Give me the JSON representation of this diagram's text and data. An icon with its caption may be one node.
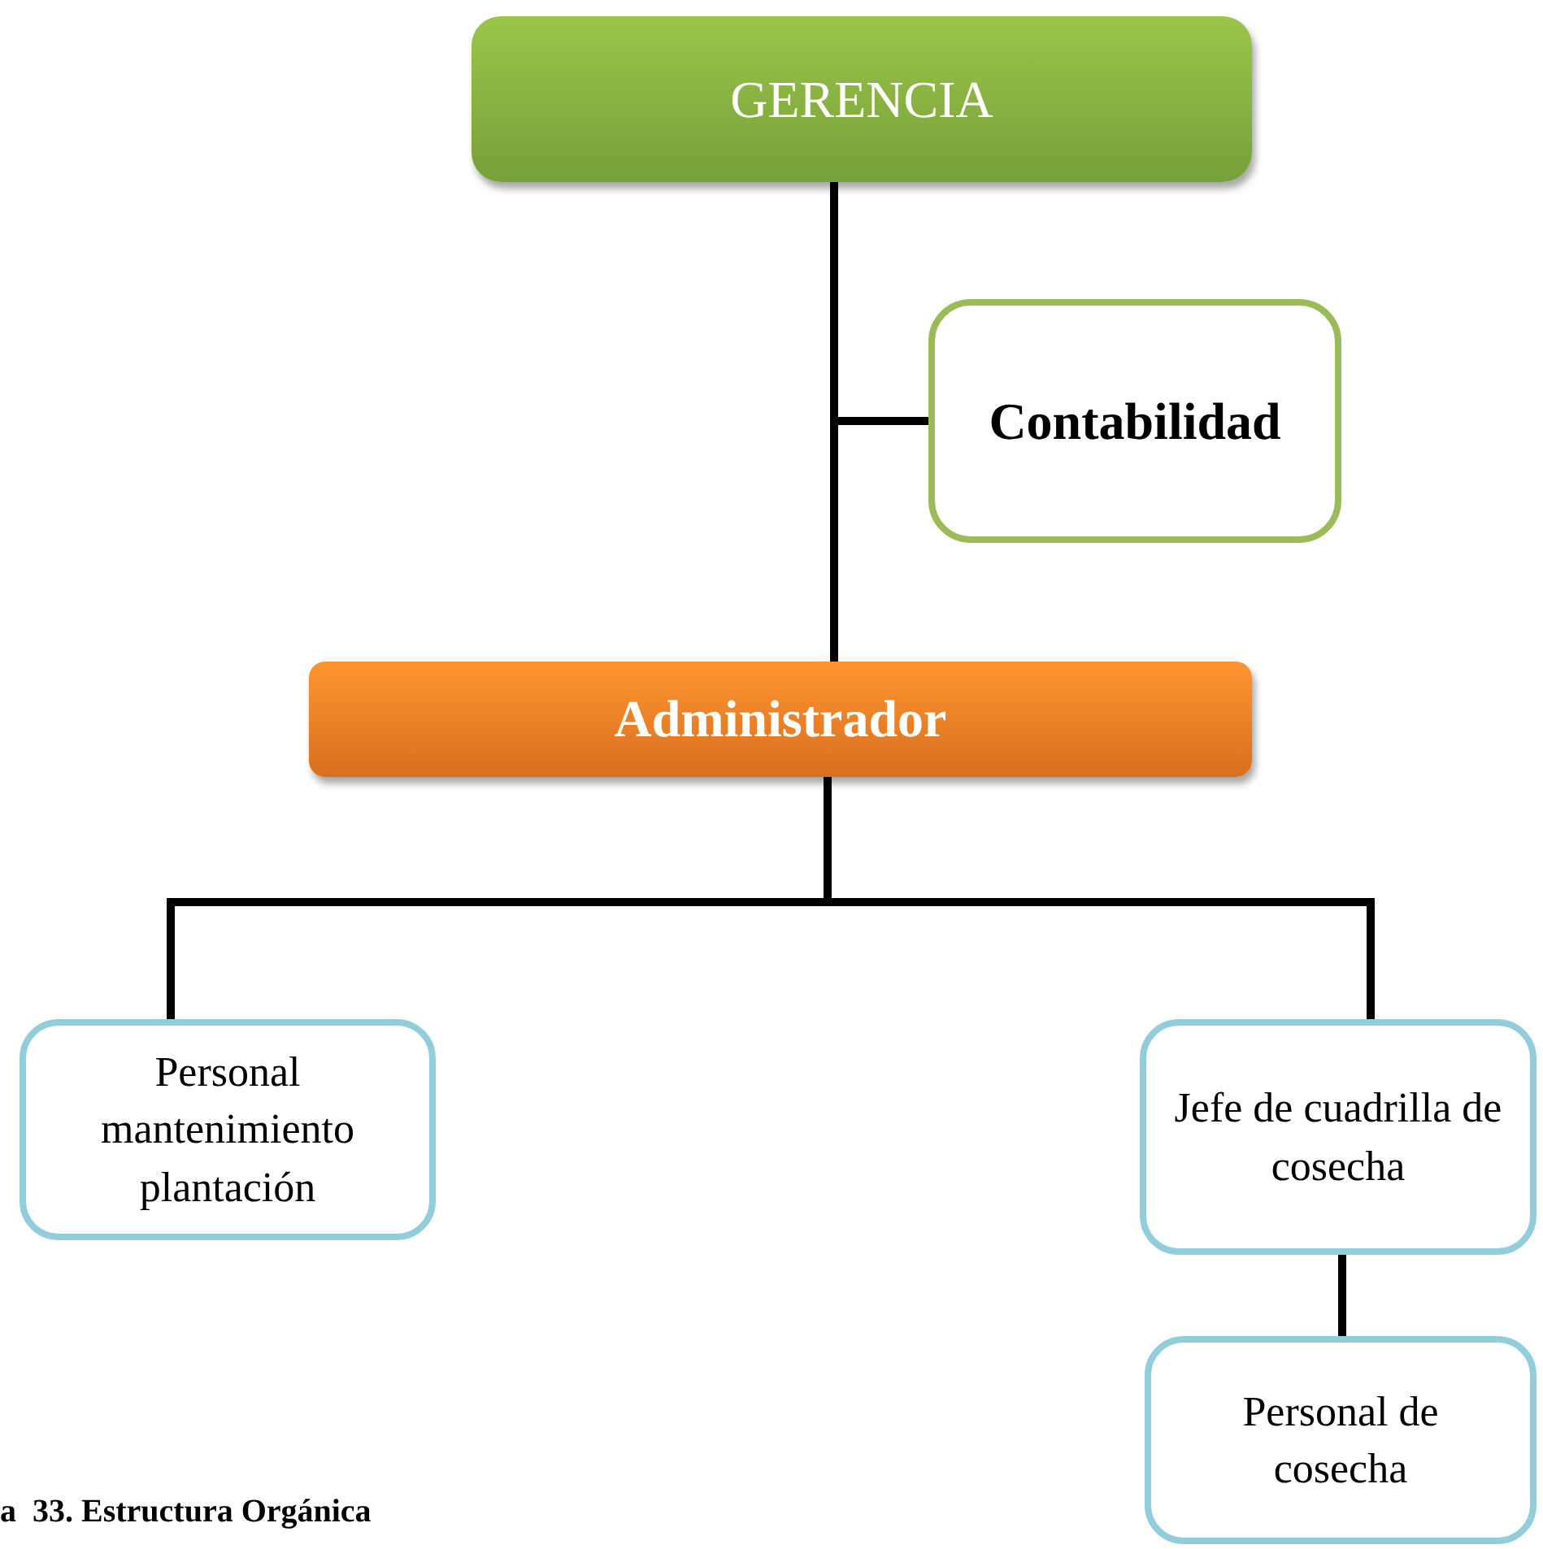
{
  "diagram": {
    "nodes": [
      {
        "text": [
          "GERENCIA"
        ]
      },
      {
        "text": [
          "Contabilidad"
        ]
      },
      {
        "text": [
          "Administrador"
        ]
      },
      {
        "text": [
          "Personal mantenimiento plantación"
        ]
      },
      {
        "text": [
          "Jefe de cuadrilla de cosecha"
        ]
      },
      {
        "text": [
          "Personal de cosecha"
        ]
      }
    ],
    "edges": [
      {
        "from": 0,
        "to": 2,
        "arrow": "none"
      },
      {
        "from": 0,
        "to": 1,
        "arrow": "none"
      },
      {
        "from": 2,
        "to": 3,
        "arrow": "none"
      },
      {
        "from": 2,
        "to": 4,
        "arrow": "none"
      },
      {
        "from": 4,
        "to": 5,
        "arrow": "none"
      }
    ],
    "labels": [
      "a  33. Estructura Orgánica"
    ]
  }
}
